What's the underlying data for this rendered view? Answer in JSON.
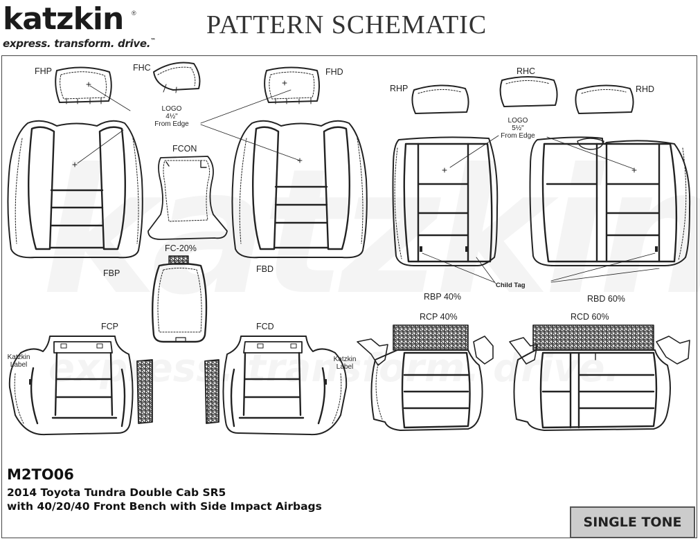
{
  "header": {
    "brand": "katzkin",
    "tagline": "express. transform. drive.",
    "tagline_tm": "™",
    "title": "PATTERN SCHEMATIC"
  },
  "watermark": {
    "brand": "katzkin",
    "tagline": "express. transform. drive."
  },
  "pieces": {
    "fhp": "FHP",
    "fhc": "FHC",
    "fhd": "FHD",
    "rhp": "RHP",
    "rhc": "RHC",
    "rhd": "RHD",
    "fcon": "FCON",
    "fc20": "FC-20%",
    "fbp": "FBP",
    "fbd": "FBD",
    "rbp": "RBP 40%",
    "rbd": "RBD 60%",
    "fcp": "FCP",
    "fcd": "FCD",
    "rcp": "RCP 40%",
    "rcd": "RCD 60%"
  },
  "annotations": {
    "logo_front": [
      "LOGO",
      "4½\"",
      "From Edge"
    ],
    "logo_rear": [
      "LOGO",
      "5½\"",
      "From Edge"
    ],
    "child_tag": "Child Tag",
    "katzkin_label_left": [
      "Katzkin",
      "Label"
    ],
    "katzkin_label_right": [
      "Katzkin",
      "Label"
    ]
  },
  "footer": {
    "code": "M2TO06",
    "line1": "2014 Toyota Tundra Double Cab SR5",
    "line2": "with 40/20/40 Front Bench with Side Impact Airbags",
    "tone": "SINGLE TONE"
  }
}
